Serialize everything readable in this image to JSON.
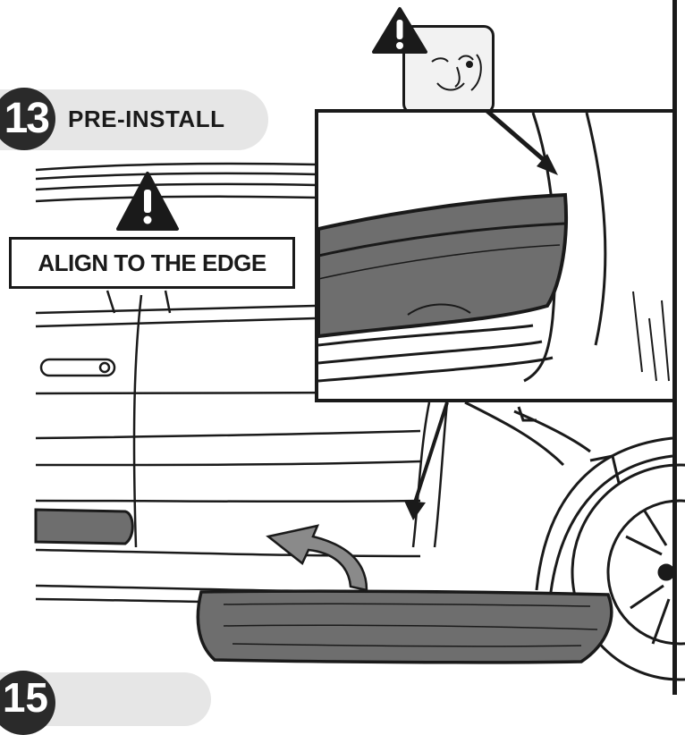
{
  "steps": [
    {
      "number": "13",
      "title": "PRE-INSTALL"
    },
    {
      "number": "15",
      "title": ""
    }
  ],
  "callout": {
    "text": "ALIGN TO THE EDGE"
  },
  "icons": {
    "warning_top": "warning-triangle-icon",
    "warning_callout": "warning-triangle-icon",
    "face": "face-wink-icon",
    "curved_arrow": "curved-arrow-icon"
  },
  "colors": {
    "ink": "#1a1a1a",
    "pill_bg": "#e6e6e6",
    "panel_gray": "#6e6e6e",
    "body_white": "#ffffff"
  }
}
